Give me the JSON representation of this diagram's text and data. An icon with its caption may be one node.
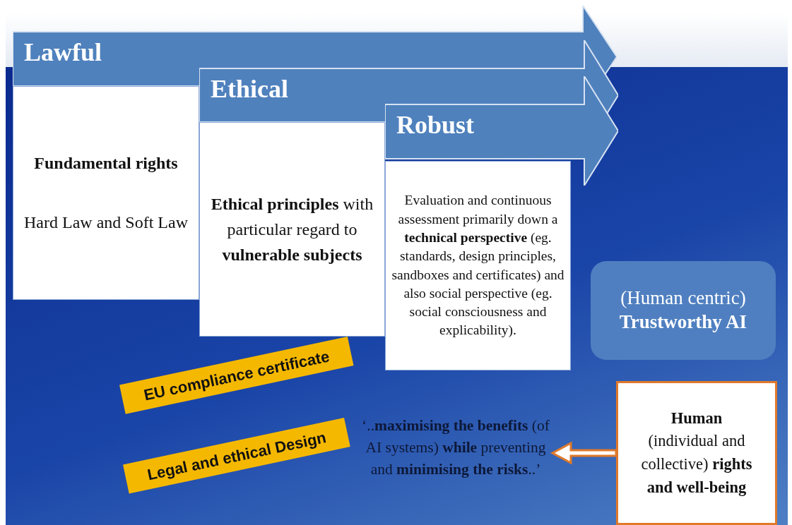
{
  "diagram": {
    "nodes": [
      {
        "text": [
          "Lawful"
        ]
      },
      {
        "text": [
          "Fundamental rights",
          "Hard Law and Soft Law"
        ]
      },
      {
        "text": [
          "Ethical"
        ]
      },
      {
        "text": [
          "**Ethical principles** with particular regard to **vulnerable subjects**"
        ]
      },
      {
        "text": [
          "Robust"
        ]
      },
      {
        "text": [
          "Evaluation and continuous assessment primarily down a **technical perspective** (eg. standards, design principles, sandboxes and certificates) and also social perspective (eg. social consciousness and explicability)."
        ]
      },
      {
        "text": [
          "(Human centric)",
          "Trustworthy AI"
        ]
      },
      {
        "text": [
          "EU compliance certificate"
        ]
      },
      {
        "text": [
          "Legal and ethical Design"
        ]
      },
      {
        "text": [
          "‘..**maximising the benefits** (of AI systems) **while** preventing and **minimising the risks**..’"
        ]
      },
      {
        "text": [
          "**Human** (individual and collective) **rights and well-being**"
        ]
      }
    ],
    "edges": [
      {
        "from": 10,
        "to": 9,
        "arrow": "to"
      }
    ]
  }
}
